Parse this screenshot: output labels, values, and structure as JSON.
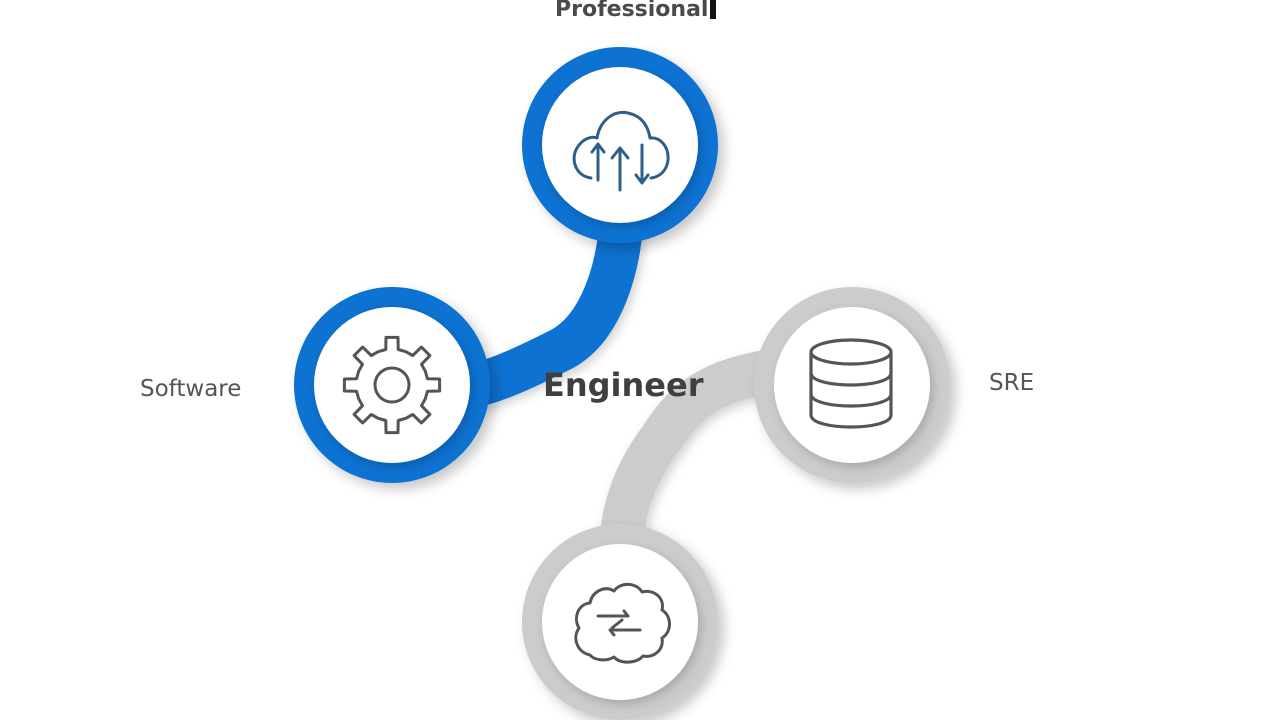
{
  "center_label": "Engineer",
  "nodes": {
    "top": {
      "label": "Professional",
      "icon": "cloud-sync-icon"
    },
    "left": {
      "label": "Software",
      "icon": "gear-icon"
    },
    "right": {
      "label": "SRE",
      "icon": "database-icon"
    },
    "bottom": {
      "label": "",
      "icon": "cloud-exchange-icon"
    }
  },
  "colors": {
    "active": "#0a72d2",
    "inactive": "#cccccc",
    "icon_blue": "#2c5f8a",
    "icon_gray": "#555555",
    "text": "#555555"
  }
}
